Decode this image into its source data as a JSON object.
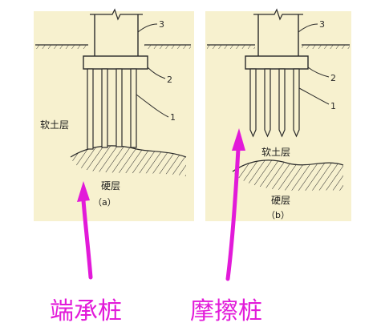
{
  "left_panel": {
    "soft_soil_label": "软土层",
    "hard_soil_label": "硬层",
    "caption": "（a）",
    "callouts": {
      "column": "3",
      "cap": "2",
      "pile": "1"
    }
  },
  "right_panel": {
    "soft_soil_label": "软土层",
    "hard_soil_label": "硬层",
    "caption": "（b）",
    "callouts": {
      "column": "3",
      "cap": "2",
      "pile": "1"
    }
  },
  "bottom_labels": {
    "end_bearing_pile": "端承桩",
    "friction_pile": "摩擦桩"
  },
  "colors": {
    "panel_bg": "#f7f1cf",
    "line": "#2a2a2a",
    "arrow": "#e21ad9",
    "label_text": "#e21ad9"
  }
}
